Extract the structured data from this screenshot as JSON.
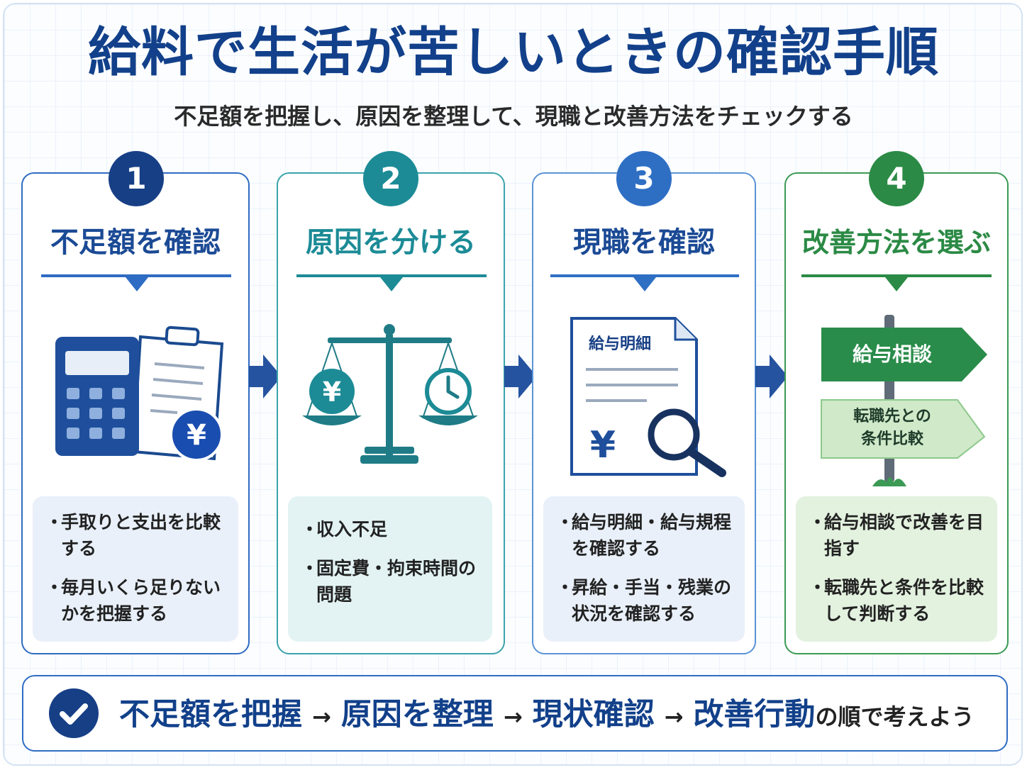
{
  "title": "給料で生活が苦しいときの確認手順",
  "subtitle": "不足額を把握し、原因を整理して、現職と改善方法をチェックする",
  "steps": [
    {
      "number": "1",
      "title": "不足額を確認",
      "color": "#1f4f9c",
      "bullets": [
        "手取りと支出を比較する",
        "毎月いくら足りないかを把握する"
      ],
      "icons": [
        "calculator-icon",
        "clipboard-icon",
        "yen-coin-icon"
      ]
    },
    {
      "number": "2",
      "title": "原因を分ける",
      "color": "#1c8b96",
      "bullets": [
        "収入不足",
        "固定費・拘束時間の問題"
      ],
      "icons": [
        "balance-scale-icon",
        "yen-coin-icon",
        "clock-icon"
      ]
    },
    {
      "number": "3",
      "title": "現職を確認",
      "color": "#2e6fc4",
      "document_label": "給与明細",
      "document_symbol": "¥",
      "bullets": [
        "給与明細・給与規程を確認する",
        "昇給・手当・残業の状況を確認する"
      ],
      "icons": [
        "payslip-document-icon",
        "magnifier-icon"
      ]
    },
    {
      "number": "4",
      "title": "改善方法を選ぶ",
      "color": "#2b8a45",
      "sign_primary": "給与相談",
      "sign_secondary": [
        "転職先との",
        "条件比較"
      ],
      "bullets": [
        "給与相談で改善を目指す",
        "転職先と条件を比較して判断する"
      ],
      "icons": [
        "signpost-icon"
      ]
    }
  ],
  "summary": {
    "parts": [
      "不足額を把握",
      "原因を整理",
      "現状確認",
      "改善行動"
    ],
    "arrow": "→",
    "suffix": "の順で考えよう",
    "icon": "check-circle-icon"
  },
  "bullet_marker": "・",
  "colors": {
    "title": "#12408a",
    "step1": "#1f4f9c",
    "step2": "#1c8b96",
    "step3": "#2e6fc4",
    "step4": "#2b8a45",
    "arrow": "#2553a0"
  }
}
